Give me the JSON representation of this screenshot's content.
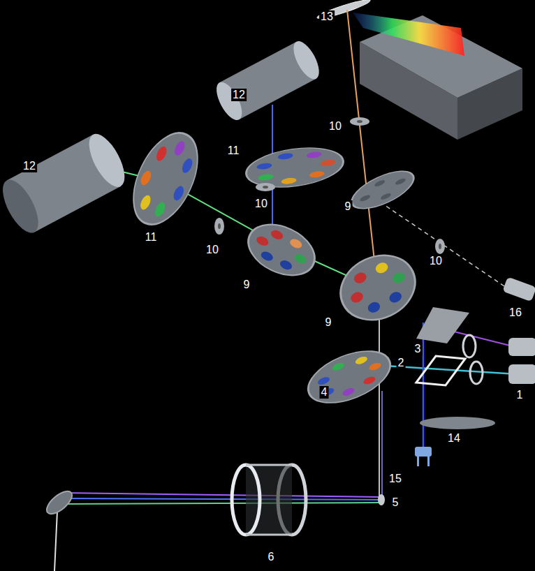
{
  "diagram": {
    "labels": [
      "13",
      "12",
      "10",
      "12",
      "11",
      "10",
      "11",
      "10",
      "9",
      "10",
      "9",
      "9",
      "16",
      "3",
      "2",
      "1",
      "4",
      "14",
      "15",
      "5",
      "6"
    ]
  }
}
